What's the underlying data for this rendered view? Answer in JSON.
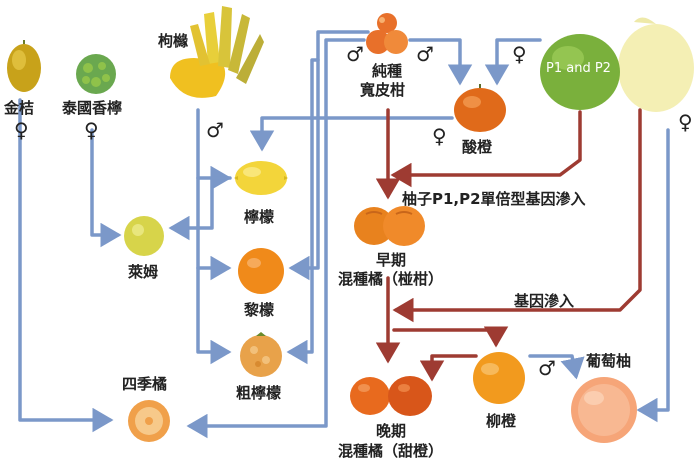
{
  "colors": {
    "blue": "#7b98c9",
    "red": "#9e3b32",
    "orange": "#f29a1e",
    "lemon_yellow": "#f3d53a",
    "green_fruit": "#8fc24a",
    "pomelo": "#f4efb4",
    "grapefruit": "#f6a578"
  },
  "nodes": {
    "kumquat": {
      "label": "金桔",
      "icon": "kumquat-fruit"
    },
    "kaffir": {
      "label": "泰國香檸",
      "icon": "kaffir-lime-fruit"
    },
    "citron": {
      "label": "枸櫞",
      "icon": "buddhas-hand-citron"
    },
    "pure_mandarin": {
      "label_line1": "純種",
      "label_line2": "寬皮柑",
      "icon": "mandarin-fruit"
    },
    "sour_orange": {
      "label": "酸橙",
      "icon": "sour-orange-fruit"
    },
    "pomelo": {
      "label": "P1 and P2",
      "icon": "pomelo-fruit"
    },
    "lemon": {
      "label": "檸檬",
      "icon": "lemon-fruit"
    },
    "lime": {
      "label": "萊姆",
      "icon": "lime-fruit"
    },
    "limonia": {
      "label": "黎檬",
      "icon": "limonia-fruit"
    },
    "rough_lemon": {
      "label": "粗檸檬",
      "icon": "rough-lemon-fruit"
    },
    "calamondin": {
      "label": "四季橘",
      "icon": "calamondin-fruit"
    },
    "early_hybrid": {
      "label_line1": "早期",
      "label_line2": "混種橘（椪柑）",
      "icon": "ponkan-fruit"
    },
    "late_hybrid": {
      "label_line1": "晚期",
      "label_line2": "混種橘（甜橙）",
      "icon": "tangerine-fruit"
    },
    "sweet_orange": {
      "label": "柳橙",
      "icon": "sweet-orange-fruit"
    },
    "grapefruit": {
      "label": "葡萄柚",
      "icon": "grapefruit-fruit"
    }
  },
  "annotations": {
    "pomelo_introgression": "柚子P1,P2單倍型基因滲入",
    "gene_introgression": "基因滲入"
  },
  "symbols": {
    "female": "♀",
    "male": "♂"
  }
}
